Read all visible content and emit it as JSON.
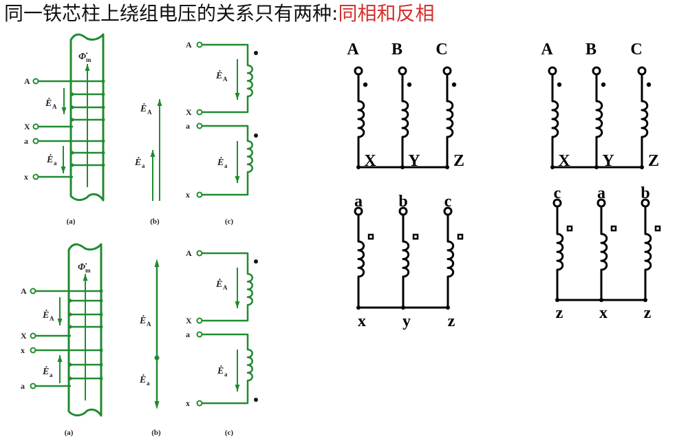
{
  "title": {
    "prefix": "同一铁芯柱上绕组电压的关系只有两种:",
    "highlight": "同相和反相"
  },
  "colors": {
    "green": "#1f8b2f",
    "highlight": "#d62f2f",
    "black": "#000000"
  },
  "in_phase": {
    "terminals_a": [
      "A",
      "X",
      "a",
      "x"
    ],
    "terminals_c": [
      "A",
      "X",
      "a",
      "x"
    ],
    "flux": "Φ̇",
    "flux_sub": "m",
    "emf_high": "Ė",
    "emf_high_sub": "A",
    "emf_low": "Ė",
    "emf_low_sub": "a",
    "captions": [
      "(a)",
      "(b)",
      "(c)"
    ]
  },
  "anti_phase": {
    "terminals_a": [
      "A",
      "X",
      "x",
      "a"
    ],
    "terminals_c": [
      "A",
      "X",
      "a",
      "x"
    ],
    "flux": "Φ̇",
    "flux_sub": "m",
    "emf_high": "Ė",
    "emf_high_sub": "A",
    "emf_low": "Ė",
    "emf_low_sub": "a",
    "captions": [
      "(a)",
      "(b)",
      "(c)"
    ]
  },
  "three_phase": {
    "same": {
      "primary_top": [
        "A",
        "B",
        "C"
      ],
      "primary_bottom": [
        "X",
        "Y",
        "Z"
      ],
      "secondary_top": [
        "a",
        "b",
        "c"
      ],
      "secondary_bottom": [
        "x",
        "y",
        "z"
      ]
    },
    "shifted": {
      "primary_top": [
        "A",
        "B",
        "C"
      ],
      "primary_bottom": [
        "X",
        "Y",
        "Z"
      ],
      "secondary_top": [
        "c",
        "a",
        "b"
      ],
      "secondary_bottom": [
        "z",
        "x",
        "z"
      ]
    }
  }
}
